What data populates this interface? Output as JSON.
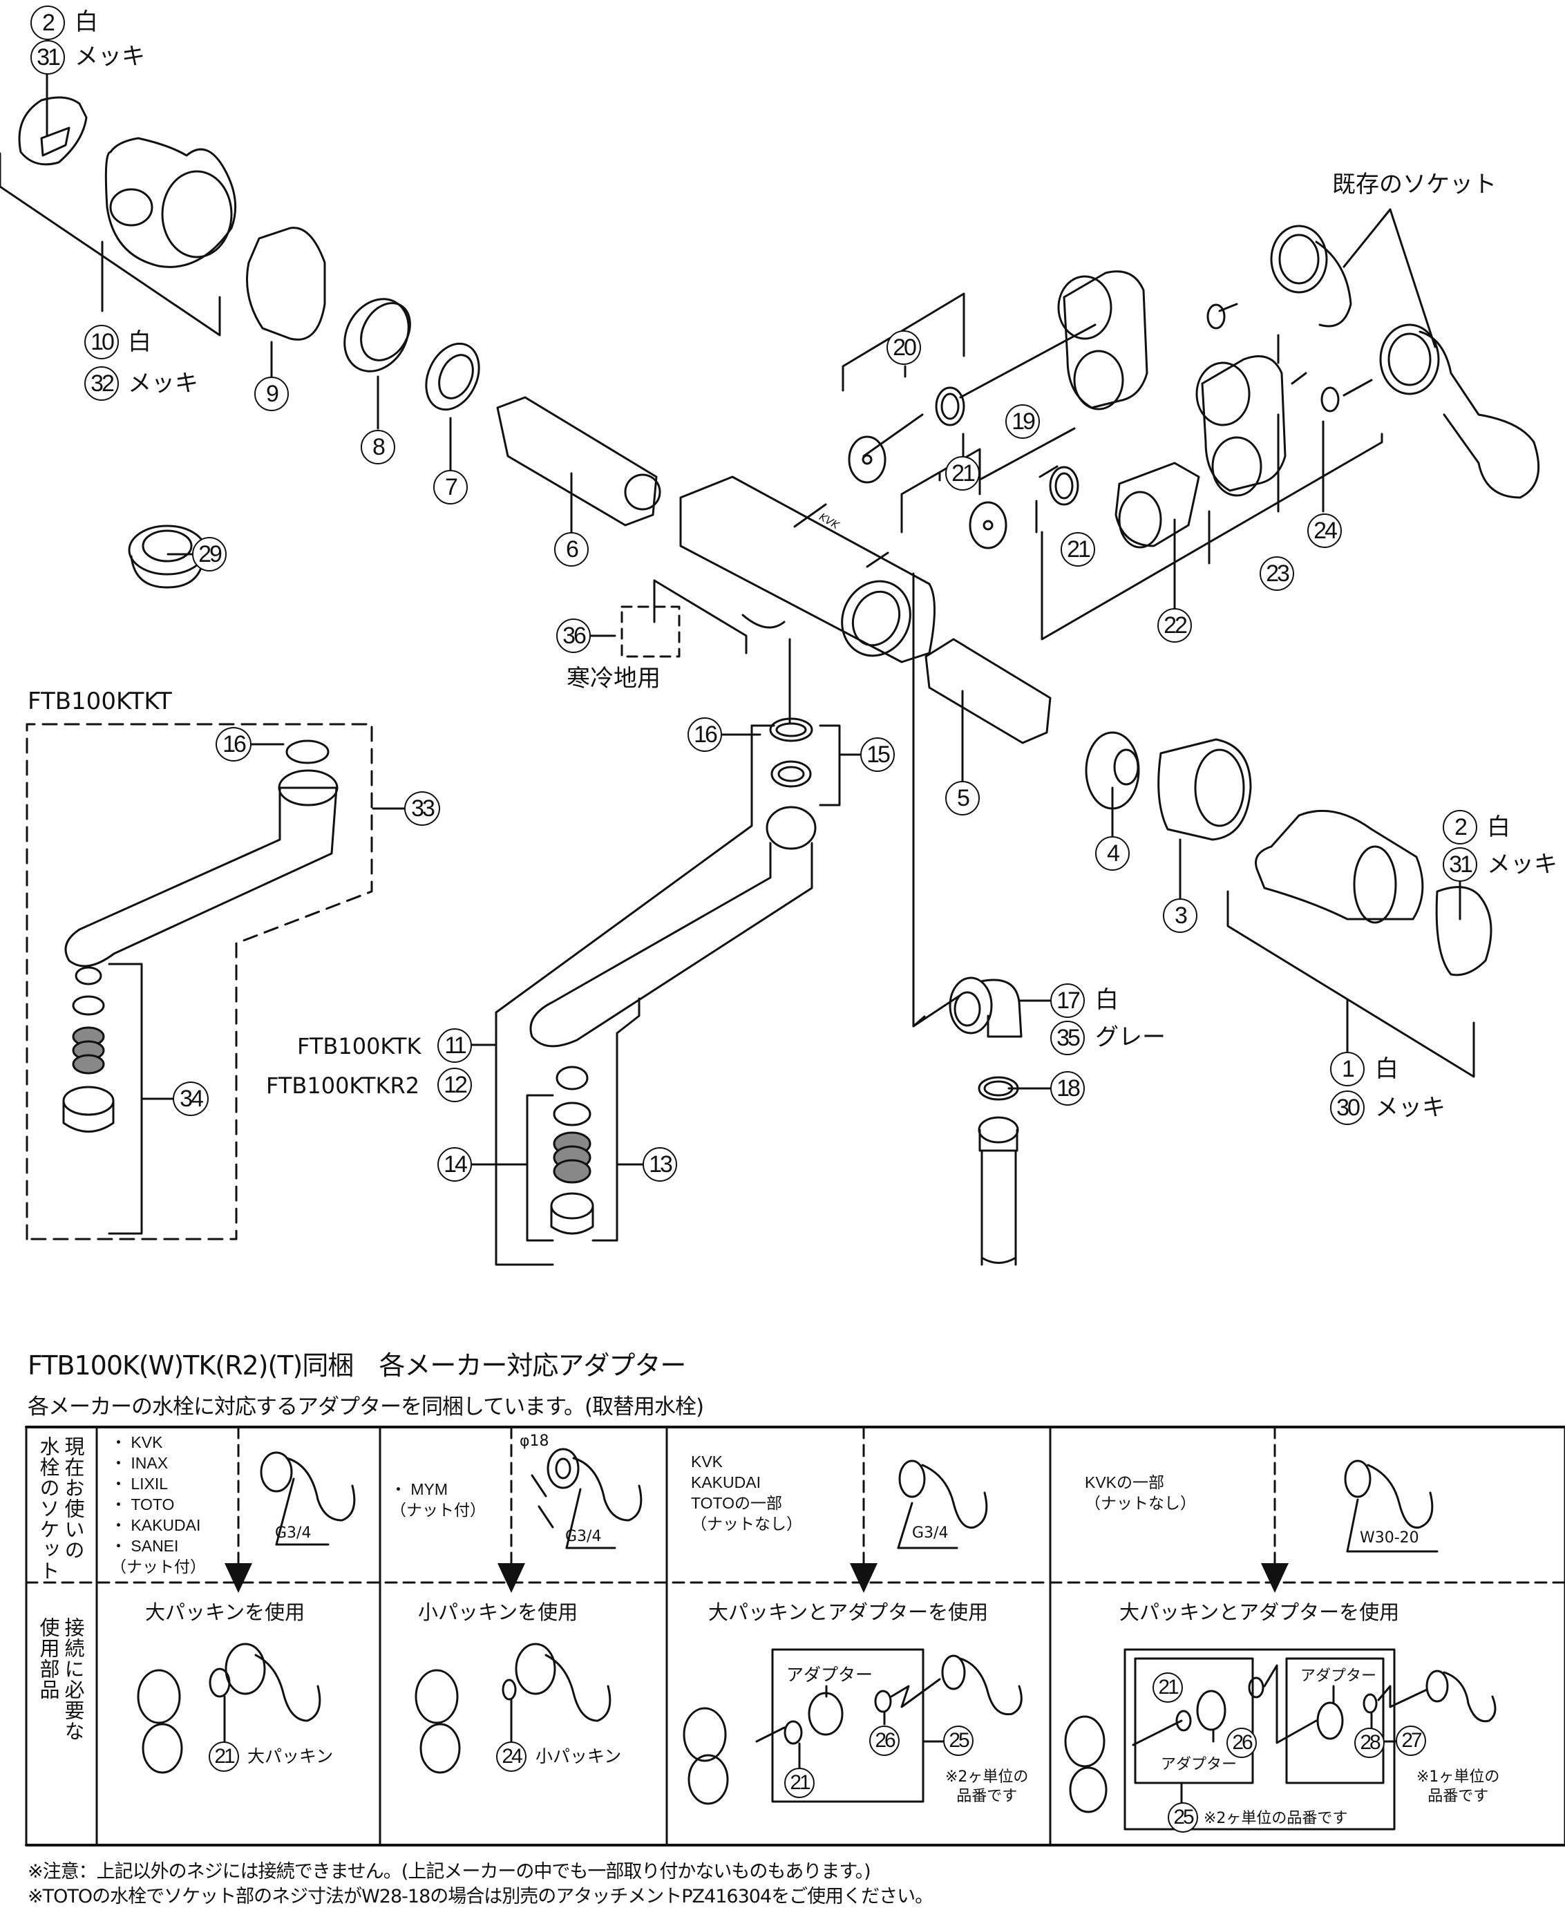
{
  "diagram": {
    "callouts": {
      "c2a": "2",
      "c2a_text": "白",
      "c31a": "31",
      "c31a_text": "メッキ",
      "c10": "10",
      "c10_text": "白",
      "c32": "32",
      "c32_text": "メッキ",
      "c9": "9",
      "c8": "8",
      "c7": "7",
      "c6": "6",
      "c29": "29",
      "c36": "36",
      "c36_text": "寒冷地用",
      "c20": "20",
      "c21a": "21",
      "c19": "19",
      "c21b": "21",
      "c22": "22",
      "c23": "23",
      "c24": "24",
      "existing_socket": "既存のソケット",
      "c16a": "16",
      "c33": "33",
      "c34": "34",
      "c16b": "16",
      "c15": "15",
      "c5": "5",
      "c4": "4",
      "c3": "3",
      "c2b": "2",
      "c2b_text": "白",
      "c31b": "31",
      "c31b_text": "メッキ",
      "c1": "1",
      "c1_text": "白",
      "c30": "30",
      "c30_text": "メッキ",
      "c17": "17",
      "c17_text": "白",
      "c35": "35",
      "c35_text": "グレー",
      "c18": "18",
      "c11": "11",
      "c11_model": "FTB100KTK",
      "c12": "12",
      "c12_model": "FTB100KTKR2",
      "c14": "14",
      "c13": "13"
    },
    "group_title": "FTB100KTKT",
    "body_brand": "KVK"
  },
  "adapter_section": {
    "title": "FTB100K(W)TK(R2)(T)同梱　各メーカー対応アダプター",
    "subtitle": "各メーカーの水栓に対応するアダプターを同梱しています。(取替用水栓)",
    "row_headers": {
      "current_socket": "現在お使いの\n水栓のソケット",
      "required_parts": "接続に必要な\n使用部品"
    },
    "columns": [
      {
        "makers": "・ KVK\n・ INAX\n・ LIXIL\n・ TOTO\n・ KAKUDAI\n・ SANEI\n（ナット付）",
        "thread_label": "G3/4",
        "usage_title": "大パッキンを使用",
        "parts": [
          {
            "num": "21",
            "name": "大パッキン"
          }
        ]
      },
      {
        "makers": "・ MYM\n（ナット付）",
        "dimension_label": "φ18",
        "thread_label": "G3/4",
        "usage_title": "小パッキンを使用",
        "parts": [
          {
            "num": "24",
            "name": "小パッキン"
          }
        ]
      },
      {
        "makers": "KVK\nKAKUDAI\nTOTOの一部\n（ナットなし）",
        "thread_label": "G3/4",
        "usage_title": "大パッキンとアダプターを使用",
        "adapter_label": "アダプター",
        "parts": [
          {
            "num": "21"
          },
          {
            "num": "26"
          },
          {
            "num": "25"
          }
        ],
        "note": "※2ヶ単位の\n品番です"
      },
      {
        "makers": "KVKの一部\n（ナットなし）",
        "thread_label": "W30-20",
        "usage_title": "大パッキンとアダプターを使用",
        "adapter_label_a": "アダプター",
        "adapter_label_b": "アダプター",
        "parts": [
          {
            "num": "21"
          },
          {
            "num": "26"
          },
          {
            "num": "28"
          },
          {
            "num": "25"
          },
          {
            "num": "27"
          }
        ],
        "note_25": "※2ヶ単位の品番です",
        "note_27": "※1ヶ単位の\n品番です"
      }
    ],
    "footnotes": [
      "※注意：上記以外のネジには接続できません。(上記メーカーの中でも一部取り付かないものもあります。)",
      "※TOTOの水栓でソケット部のネジ寸法がW28-18の場合は別売のアタッチメントPZ416304をご使用ください。"
    ]
  }
}
